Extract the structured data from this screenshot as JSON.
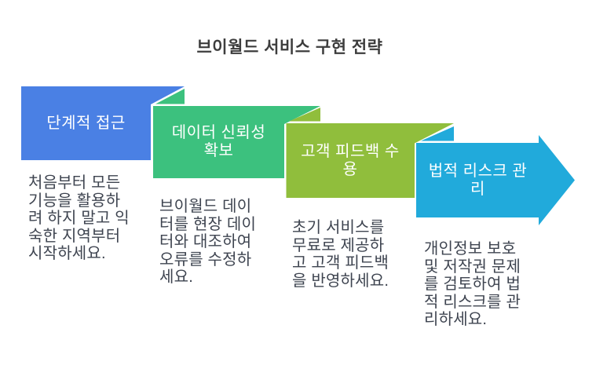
{
  "title": "브이월드 서비스 구현 전략",
  "steps": [
    {
      "label": "단계적 접근",
      "description": "처음부터 모든\n기능을 활용하\n려 하지 말고 익\n숙한 지역부터\n시작하세요.",
      "color": "#4a80e4"
    },
    {
      "label": "데이터 신뢰성\n확보",
      "description": "브이월드 데이\n터를 현장 데이\n터와 대조하여\n오류를 수정하\n세요.",
      "color": "#3cc17e"
    },
    {
      "label": "고객 피드백 수\n용",
      "description": "초기 서비스를\n무료로 제공하\n고 고객 피드백\n을 반영하세요.",
      "color": "#90be3c"
    },
    {
      "label": "법적 리스크 관\n리",
      "description": "개인정보 보호\n및 저작권 문제\n를 검토하여 법\n적 리스크를 관\n리하세요.",
      "color": "#21aadb"
    }
  ],
  "colors": {
    "text": "#3e4450",
    "title": "#3d3d3d",
    "background": "#ffffff"
  }
}
